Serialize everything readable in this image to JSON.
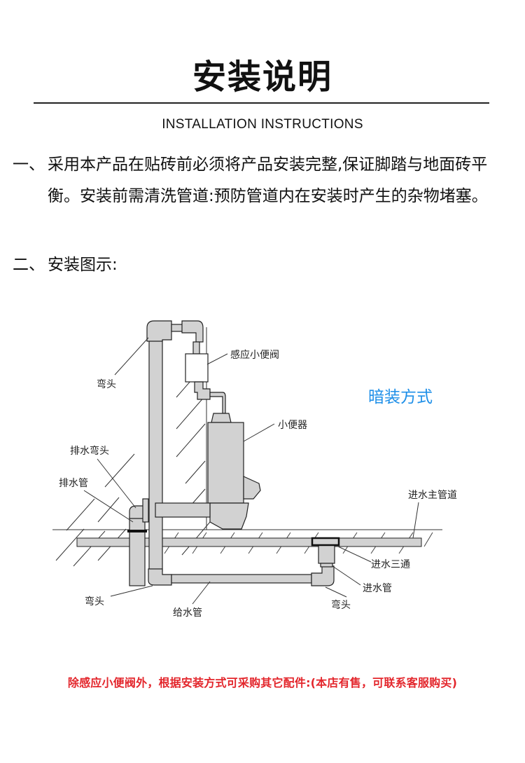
{
  "header": {
    "title": "安装说明",
    "subtitle": "INSTALLATION INSTRUCTIONS"
  },
  "sections": [
    {
      "number": "一、",
      "text": "采用本产品在贴砖前必须将产品安装完整,保证脚踏与地面砖平衡。安装前需清洗管道:预防管道内在安装时产生的杂物堵塞。"
    },
    {
      "number": "二、",
      "text": "安装图示:"
    }
  ],
  "diagram": {
    "mode_label": "暗装方式",
    "labels": {
      "elbow_top": "弯头",
      "sensor_valve": "感应小便阀",
      "urinal": "小便器",
      "drain_elbow": "排水弯头",
      "drain_pipe": "排水管",
      "main_inlet": "进水主管道",
      "inlet_tee": "进水三通",
      "inlet_pipe": "进水管",
      "elbow_bottom_left": "弯头",
      "elbow_bottom_right": "弯头",
      "supply_pipe": "给水管"
    },
    "colors": {
      "pipe_fill": "#d2d2d2",
      "accent_blue": "#1e8fe8"
    }
  },
  "note": "除感应小便阀外，根据安装方式可采购其它配件:(本店有售，可联系客服购买)",
  "colors": {
    "note_red": "#e3262c"
  }
}
